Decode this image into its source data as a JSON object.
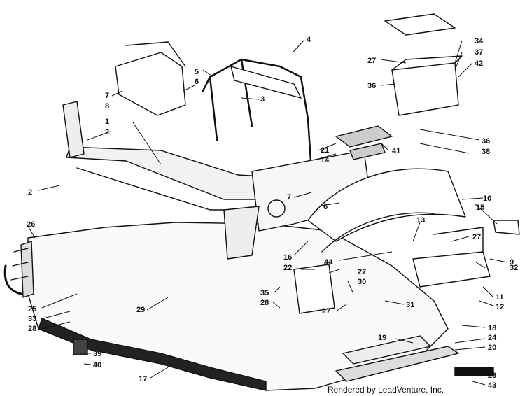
{
  "diagram": {
    "callouts": [
      {
        "id": "c1",
        "label": "1"
      },
      {
        "id": "c2a",
        "label": "2"
      },
      {
        "id": "c2b",
        "label": "2"
      },
      {
        "id": "c3",
        "label": "3"
      },
      {
        "id": "c4",
        "label": "4"
      },
      {
        "id": "c5",
        "label": "5"
      },
      {
        "id": "c6a",
        "label": "6"
      },
      {
        "id": "c6b",
        "label": "6"
      },
      {
        "id": "c7a",
        "label": "7"
      },
      {
        "id": "c7b",
        "label": "7"
      },
      {
        "id": "c8",
        "label": "8"
      },
      {
        "id": "c9",
        "label": "9"
      },
      {
        "id": "c10",
        "label": "10"
      },
      {
        "id": "c11",
        "label": "11"
      },
      {
        "id": "c12",
        "label": "12"
      },
      {
        "id": "c13",
        "label": "13"
      },
      {
        "id": "c14",
        "label": "14"
      },
      {
        "id": "c15",
        "label": "15"
      },
      {
        "id": "c16",
        "label": "16"
      },
      {
        "id": "c17",
        "label": "17"
      },
      {
        "id": "c18",
        "label": "18"
      },
      {
        "id": "c19",
        "label": "19"
      },
      {
        "id": "c20",
        "label": "20"
      },
      {
        "id": "c21",
        "label": "21"
      },
      {
        "id": "c22",
        "label": "22"
      },
      {
        "id": "c23",
        "label": "23"
      },
      {
        "id": "c24",
        "label": "24"
      },
      {
        "id": "c25",
        "label": "25"
      },
      {
        "id": "c26",
        "label": "26"
      },
      {
        "id": "c27a",
        "label": "27"
      },
      {
        "id": "c27b",
        "label": "27"
      },
      {
        "id": "c27c",
        "label": "27"
      },
      {
        "id": "c27d",
        "label": "27"
      },
      {
        "id": "c28a",
        "label": "28"
      },
      {
        "id": "c28b",
        "label": "28"
      },
      {
        "id": "c29",
        "label": "29"
      },
      {
        "id": "c30",
        "label": "30"
      },
      {
        "id": "c31",
        "label": "31"
      },
      {
        "id": "c32",
        "label": "32"
      },
      {
        "id": "c33",
        "label": "33"
      },
      {
        "id": "c34",
        "label": "34"
      },
      {
        "id": "c35",
        "label": "35"
      },
      {
        "id": "c36a",
        "label": "36"
      },
      {
        "id": "c36b",
        "label": "36"
      },
      {
        "id": "c37",
        "label": "37"
      },
      {
        "id": "c38",
        "label": "38"
      },
      {
        "id": "c39",
        "label": "39"
      },
      {
        "id": "c40",
        "label": "40"
      },
      {
        "id": "c41",
        "label": "41"
      },
      {
        "id": "c42",
        "label": "42"
      },
      {
        "id": "c43",
        "label": "43"
      },
      {
        "id": "c44",
        "label": "44"
      }
    ]
  },
  "watermark": {
    "text": "LEADVENTURE"
  },
  "footer": {
    "credit": "Rendered by LeadVenture, Inc."
  }
}
